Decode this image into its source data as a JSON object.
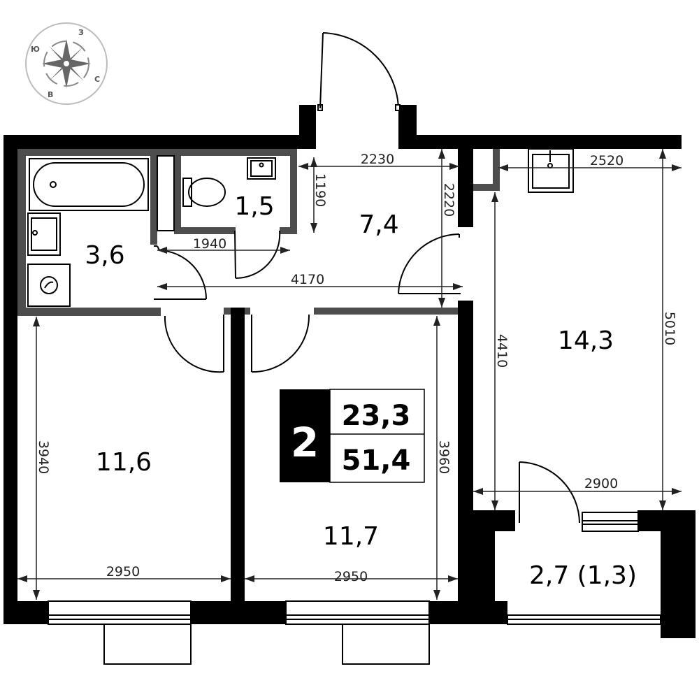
{
  "compass": {
    "north": "З",
    "east": "С",
    "south": "В",
    "west": "Ю"
  },
  "rooms": {
    "bath": "3,6",
    "wc": "1,5",
    "hall": "7,4",
    "kitchen": "14,3",
    "bedroom_left": "11,6",
    "bedroom_mid": "11,7",
    "balcony": "2,7 (1,3)"
  },
  "dims": {
    "hall_width": "2230",
    "wc_height": "1190",
    "hall_height": "2220",
    "bath_width": "1940",
    "corridor_length": "4170",
    "kitchen_width": "2520",
    "kitchen_height": "5010",
    "kitchen_lower": "4410",
    "kitchen_bottom_width": "2900",
    "bedroom_left_height": "3940",
    "bedroom_left_width": "2950",
    "bedroom_mid_width": "2950",
    "bedroom_mid_height": "3960"
  },
  "summary": {
    "rooms_count": "2",
    "living_area": "23,3",
    "total_area": "51,4"
  }
}
